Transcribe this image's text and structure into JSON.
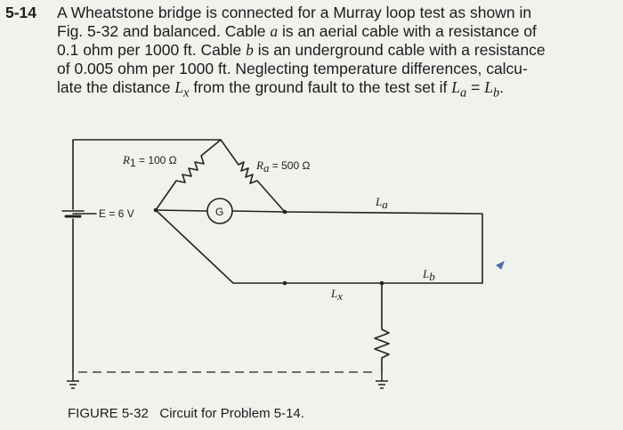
{
  "problem": {
    "number": "5-14",
    "line1": "A Wheatstone bridge is connected for a Murray loop test as shown in",
    "line2a": "Fig. 5-32 and balanced. Cable ",
    "line2var": "a",
    "line2b": " is an aerial cable with a resistance of",
    "line3": "0.1 ohm per 1000 ft. Cable ",
    "line3var": "b",
    "line3b": " is an underground cable with a resistance",
    "line4": "of 0.005 ohm per 1000 ft. Neglecting temperature differences, calcu-",
    "line5a": "late the distance ",
    "line5var": "L",
    "line5sub": "x",
    "line5b": " from the ground fault to the test set if ",
    "line5eq": "L",
    "line5eqsub": "a",
    "line5eqmid": " = ",
    "line5eq2": "L",
    "line5eq2sub": "b",
    "line5end": "."
  },
  "circuit": {
    "r1_label": "R",
    "r1_sub": "1",
    "r1_value": " = 100 Ω",
    "ra_label": "R",
    "ra_sub": "a",
    "ra_value": " = 500 Ω",
    "galvanometer": "G",
    "source_label": "E = 6 V",
    "la_label": "L",
    "la_sub": "a",
    "lb_label": "L",
    "lb_sub": "b",
    "lx_label": "L",
    "lx_sub": "x"
  },
  "caption": {
    "figure": "FIGURE 5-32",
    "text": "Circuit for Problem 5-14."
  }
}
